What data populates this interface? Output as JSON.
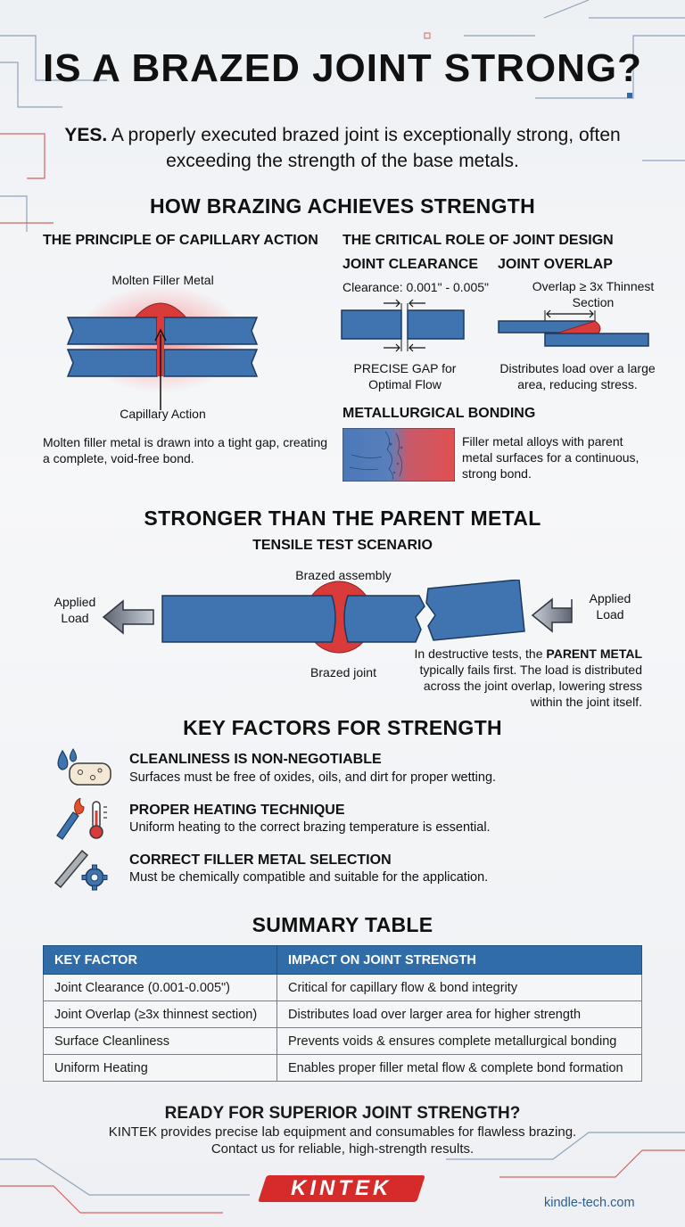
{
  "header": {
    "title": "IS A BRAZED JOINT STRONG?",
    "intro_strong": "YES.",
    "intro_rest": " A properly executed brazed joint is exceptionally strong, often exceeding the strength of the base metals."
  },
  "how": {
    "heading": "HOW BRAZING ACHIEVES STRENGTH",
    "capillary": {
      "title": "THE PRINCIPLE OF CAPILLARY ACTION",
      "top_label": "Molten Filler Metal",
      "bottom_label": "Capillary Action",
      "desc": "Molten filler metal is drawn into a tight gap, creating a complete, void-free bond."
    },
    "design": {
      "title": "THE CRITICAL ROLE OF JOINT DESIGN",
      "clearance_title": "JOINT CLEARANCE",
      "clearance_label": "Clearance: 0.001\" - 0.005\"",
      "clearance_desc": "PRECISE GAP for Optimal Flow",
      "overlap_title": "JOINT OVERLAP",
      "overlap_label": "Overlap ≥ 3x Thinnest Section",
      "overlap_desc": "Distributes load over a large area, reducing stress."
    },
    "metallurgical": {
      "title": "METALLURGICAL BONDING",
      "desc": "Filler metal alloys with parent metal surfaces for a continuous, strong bond."
    }
  },
  "stronger": {
    "heading": "STRONGER THAN THE PARENT METAL",
    "subheading": "TENSILE TEST SCENARIO",
    "assembly_label": "Brazed assembly",
    "joint_label": "Brazed joint",
    "left_load": "Applied Load",
    "right_load": "Applied Load",
    "desc_pre": "In destructive tests, the ",
    "desc_strong": "PARENT METAL",
    "desc_post": " typically fails first. The load is distributed across the joint overlap, lowering stress within the joint itself."
  },
  "factors": {
    "heading": "KEY FACTORS FOR STRENGTH",
    "items": [
      {
        "title": "CLEANLINESS IS NON-NEGOTIABLE",
        "desc": "Surfaces must be free of oxides, oils, and dirt for proper wetting.",
        "icon": "water-drop-sponge-icon"
      },
      {
        "title": "PROPER HEATING TECHNIQUE",
        "desc": "Uniform heating to the correct brazing temperature is essential.",
        "icon": "torch-thermometer-icon"
      },
      {
        "title": "CORRECT FILLER METAL SELECTION",
        "desc": "Must be chemically compatible and suitable for the application.",
        "icon": "rod-gear-icon"
      }
    ]
  },
  "summary": {
    "heading": "SUMMARY TABLE",
    "columns": [
      "KEY FACTOR",
      "IMPACT ON JOINT STRENGTH"
    ],
    "rows": [
      [
        "Joint Clearance (0.001-0.005\")",
        "Critical for capillary flow & bond integrity"
      ],
      [
        "Joint Overlap (≥3x thinnest section)",
        "Distributes load over larger area for higher strength"
      ],
      [
        "Surface Cleanliness",
        "Prevents voids & ensures complete metallurgical bonding"
      ],
      [
        "Uniform Heating",
        "Enables proper filler metal flow & complete bond formation"
      ]
    ]
  },
  "cta": {
    "title": "READY FOR SUPERIOR JOINT STRENGTH?",
    "line1": "KINTEK provides precise lab equipment and consumables for flawless brazing.",
    "line2": "Contact us for reliable, high-strength results."
  },
  "footer": {
    "brand": "KINTEK",
    "site": "kindle-tech.com"
  },
  "colors": {
    "metal": "#3f74b0",
    "filler": "#d93a3a",
    "table_header": "#2f6ca8",
    "brand": "#d62b2b"
  }
}
